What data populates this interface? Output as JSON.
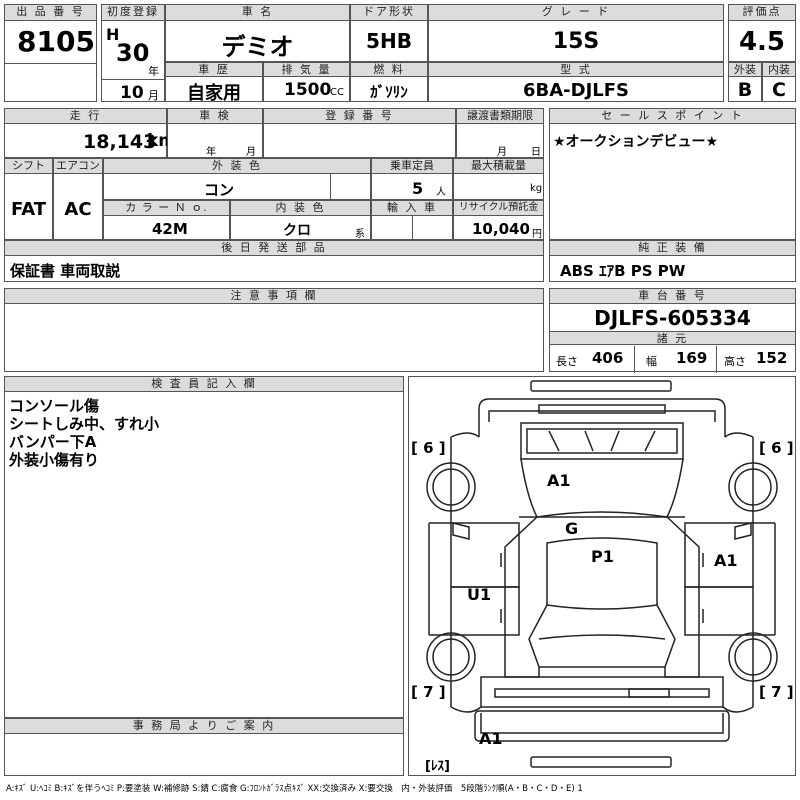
{
  "labels": {
    "lot_number": "出 品 番 号",
    "first_registration": "初度登録",
    "car_name": "車 名",
    "door_type": "ドア形状",
    "grade": "グ レ ー ド",
    "score": "評価点",
    "history": "車 歴",
    "displacement": "排 気 量",
    "fuel": "燃 料",
    "model_code": "型 式",
    "exterior": "外装",
    "interior": "内装",
    "mileage": "走 行",
    "inspection": "車 検",
    "registration_no": "登 録 番 号",
    "transfer_deadline": "譲渡書類期限",
    "sales_point": "セ ー ル ス ポ イ ン ト",
    "shift": "シフト",
    "aircon": "エアコン",
    "exterior_color": "外 装 色",
    "capacity": "乗車定員",
    "max_load": "最大積載量",
    "color_no": "カ ラ ー Ｎ ｏ.",
    "interior_color": "内 装 色",
    "import": "輸 入 車",
    "recycle": "リサイクル預託金",
    "later_parts": "後 日 発 送 部 品",
    "genuine_equipment": "純 正 装 備",
    "notes": "注 意 事 項 欄",
    "chassis_no": "車 台 番 号",
    "dimensions": "諸 元",
    "inspector": "検 査 員 記 入 欄",
    "office_notice": "事 務 局 よ り ご 案 内"
  },
  "units": {
    "year": "年",
    "month": "月",
    "cc": "CC",
    "km": "km",
    "insp_year": "年",
    "insp_month": "月",
    "transfer_month": "月",
    "transfer_day": "日",
    "persons": "人",
    "kg": "kg",
    "series": "系",
    "yen": "円",
    "length": "長さ",
    "width": "幅",
    "height": "高さ"
  },
  "values": {
    "lot_number": "8105",
    "era": "H",
    "reg_year": "30",
    "reg_month": "10",
    "car_name": "デミオ",
    "door_type": "5HB",
    "grade": "15S",
    "score": "4.5",
    "history": "自家用",
    "displacement": "1500",
    "fuel": "ｶﾞｿﾘﾝ",
    "model_code": "6BA-DJLFS",
    "exterior_grade": "B",
    "interior_grade": "C",
    "mileage": "18,143",
    "sales_point": "★オークションデビュー★",
    "shift": "FAT",
    "aircon": "AC",
    "exterior_color": "コン",
    "capacity": "5",
    "color_no": "42M",
    "interior_color": "クロ",
    "recycle": "10,040",
    "later_parts": "保証書 車両取説",
    "genuine_equipment": "ABS ｴｱB PS PW",
    "chassis_no": "DJLFS-605334",
    "length": "406",
    "width": "169",
    "height": "152",
    "inspector_lines": [
      "コンソール傷",
      "シートしみ中、すれ小",
      "バンパー下A",
      "外装小傷有り"
    ]
  },
  "diagram": {
    "marks": [
      "A1",
      "G",
      "P1",
      "A1",
      "U1",
      "A1"
    ],
    "tire_left_front": "[ 6 ]",
    "tire_right_front": "[ 6 ]",
    "tire_left_rear": "[ 7 ]",
    "tire_right_rear": "[ 7 ]",
    "spare": "[ﾚｽ]"
  },
  "legend": "A:ｷｽﾞ U:ﾍｺﾐ B:ｷｽﾞを伴うﾍｺﾐ P:要塗装 W:補修跡 S:錆 C:腐食 G:ﾌﾛﾝﾄｶﾞﾗｽ点ｷｽﾞ XX:交換済み X:要交換　内・外装評価　5段階ﾗﾝｸ順(A・B・C・D・E) 1"
}
